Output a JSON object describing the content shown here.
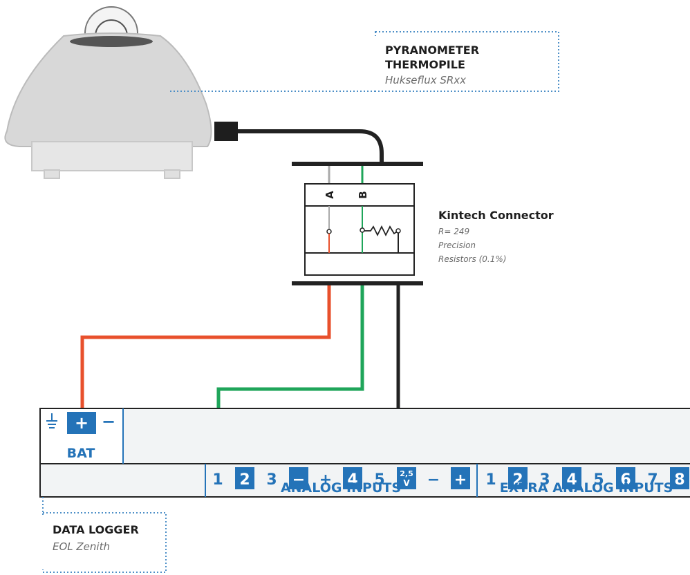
{
  "pyranometer": {
    "title_line1": "PYRANOMETER",
    "title_line2": "THERMOPILE",
    "model": "Hukseflux SRxx"
  },
  "connector": {
    "title": "Kintech Connector",
    "line1": "R= 249",
    "line2": "Precision",
    "line3": "Resistors (0.1%)",
    "pin_a": "A",
    "pin_b": "B"
  },
  "logger": {
    "title": "DATA LOGGER",
    "model": "EOL Zenith",
    "bat_label": "BAT",
    "bat_plus": "+",
    "bat_minus": "−",
    "analog_group": "ANALOG INPUTS",
    "extra_group": "EXTRA ANALOG INPUTS",
    "analog_terminals": [
      {
        "label": "1",
        "highlight": false
      },
      {
        "label": "2",
        "highlight": true
      },
      {
        "label": "3",
        "highlight": false
      },
      {
        "label": "−",
        "highlight": true
      },
      {
        "label": "+",
        "highlight": false
      },
      {
        "label": "4",
        "highlight": true
      },
      {
        "label": "5",
        "highlight": false
      },
      {
        "label": "2,5",
        "sub": "V",
        "highlight": true
      },
      {
        "label": "−",
        "highlight": false
      },
      {
        "label": "+",
        "highlight": true
      }
    ],
    "extra_terminals": [
      {
        "label": "1",
        "highlight": false
      },
      {
        "label": "2",
        "highlight": true
      },
      {
        "label": "3",
        "highlight": false
      },
      {
        "label": "4",
        "highlight": true
      },
      {
        "label": "5",
        "highlight": false
      },
      {
        "label": "6",
        "highlight": true
      },
      {
        "label": "7",
        "highlight": false
      },
      {
        "label": "8",
        "highlight": true
      }
    ]
  },
  "colors": {
    "wire_red": "#e8502c",
    "wire_green": "#1fa55a",
    "wire_black": "#222222",
    "accent_blue": "#2473b8",
    "panel_bg": "#f2f4f5",
    "dotted": "#4d8fc7"
  },
  "icons": {
    "ground": "ground-icon"
  }
}
